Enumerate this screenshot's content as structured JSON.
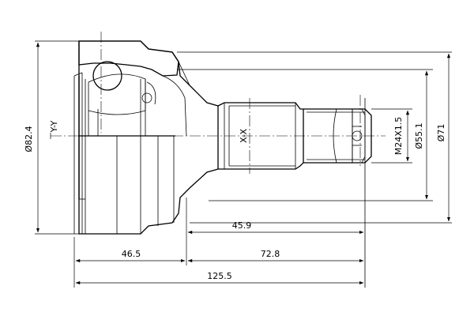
{
  "dimensions": {
    "dia_outer_body": "Ø82.4",
    "dia_shaft": "Ø55.1",
    "dia_end": "Ø71",
    "thread": "M24X1.5",
    "len_stem": "45.9",
    "len_body": "46.5",
    "len_shaft": "72.8",
    "len_total": "125.5"
  },
  "axes": {
    "y_axis": "Y-Y",
    "x_axis": "X-X"
  }
}
